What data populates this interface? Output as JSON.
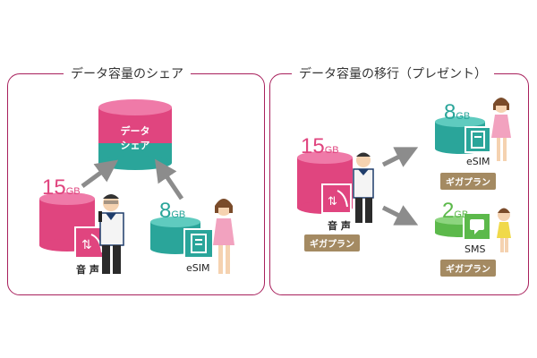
{
  "left_panel": {
    "title": "データ容量のシェア",
    "shared_pool": {
      "line1": "データ",
      "line2": "シェア"
    },
    "voice_plan": {
      "amount": "15",
      "unit": "GB",
      "label": "音 声"
    },
    "esim_plan": {
      "amount": "8",
      "unit": "GB",
      "label": "eSIM"
    }
  },
  "right_panel": {
    "title": "データ容量の移行（プレゼント）",
    "source": {
      "amount": "15",
      "unit": "GB",
      "label": "音 声",
      "tag": "ギガプラン"
    },
    "target_esim": {
      "amount": "8",
      "unit": "GB",
      "label": "eSIM",
      "tag": "ギガプラン"
    },
    "target_sms": {
      "amount": "2",
      "unit": "GB",
      "label": "SMS",
      "tag": "ギガプラン"
    }
  },
  "colors": {
    "magenta": "#e0457f",
    "teal": "#2aa59a",
    "green": "#5cb94b",
    "frame": "#a8205c",
    "tag": "#a48a62"
  }
}
